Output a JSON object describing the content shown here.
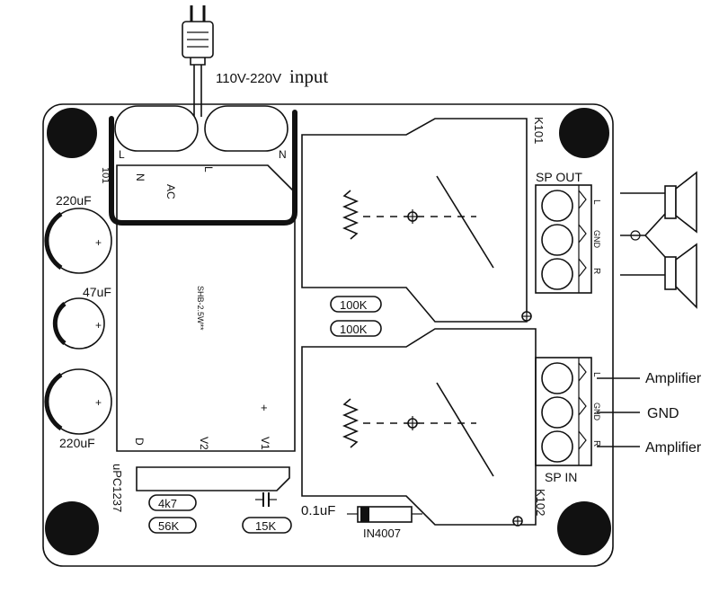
{
  "labels": {
    "input": "110V-220V",
    "input_word": "input",
    "L_top": "L",
    "N_top": "N",
    "k101": "K101",
    "n_rect": "N",
    "l_rect": "L",
    "ac": "AC",
    "c1": "220uF",
    "c2": "47uF",
    "c3": "220uF",
    "plus": "+",
    "transformer": "SHB-2.5W**",
    "d": "D",
    "v2": "V2",
    "v1": "V1",
    "sp_out": "SP OUT",
    "sp_in": "SP IN",
    "term_L": "L",
    "term_GND": "GND",
    "term_R": "R",
    "r100k_1": "100K",
    "r100k_2": "100K",
    "upc": "uPC1237",
    "r4k7": "4k7",
    "r56k": "56K",
    "r15k": "15K",
    "cap01": "0.1uF",
    "diode": "IN4007",
    "k102": "K102",
    "amp1": "Amplifier",
    "gnd": "GND",
    "amp2": "Amplifier",
    "left_frag": "101"
  }
}
